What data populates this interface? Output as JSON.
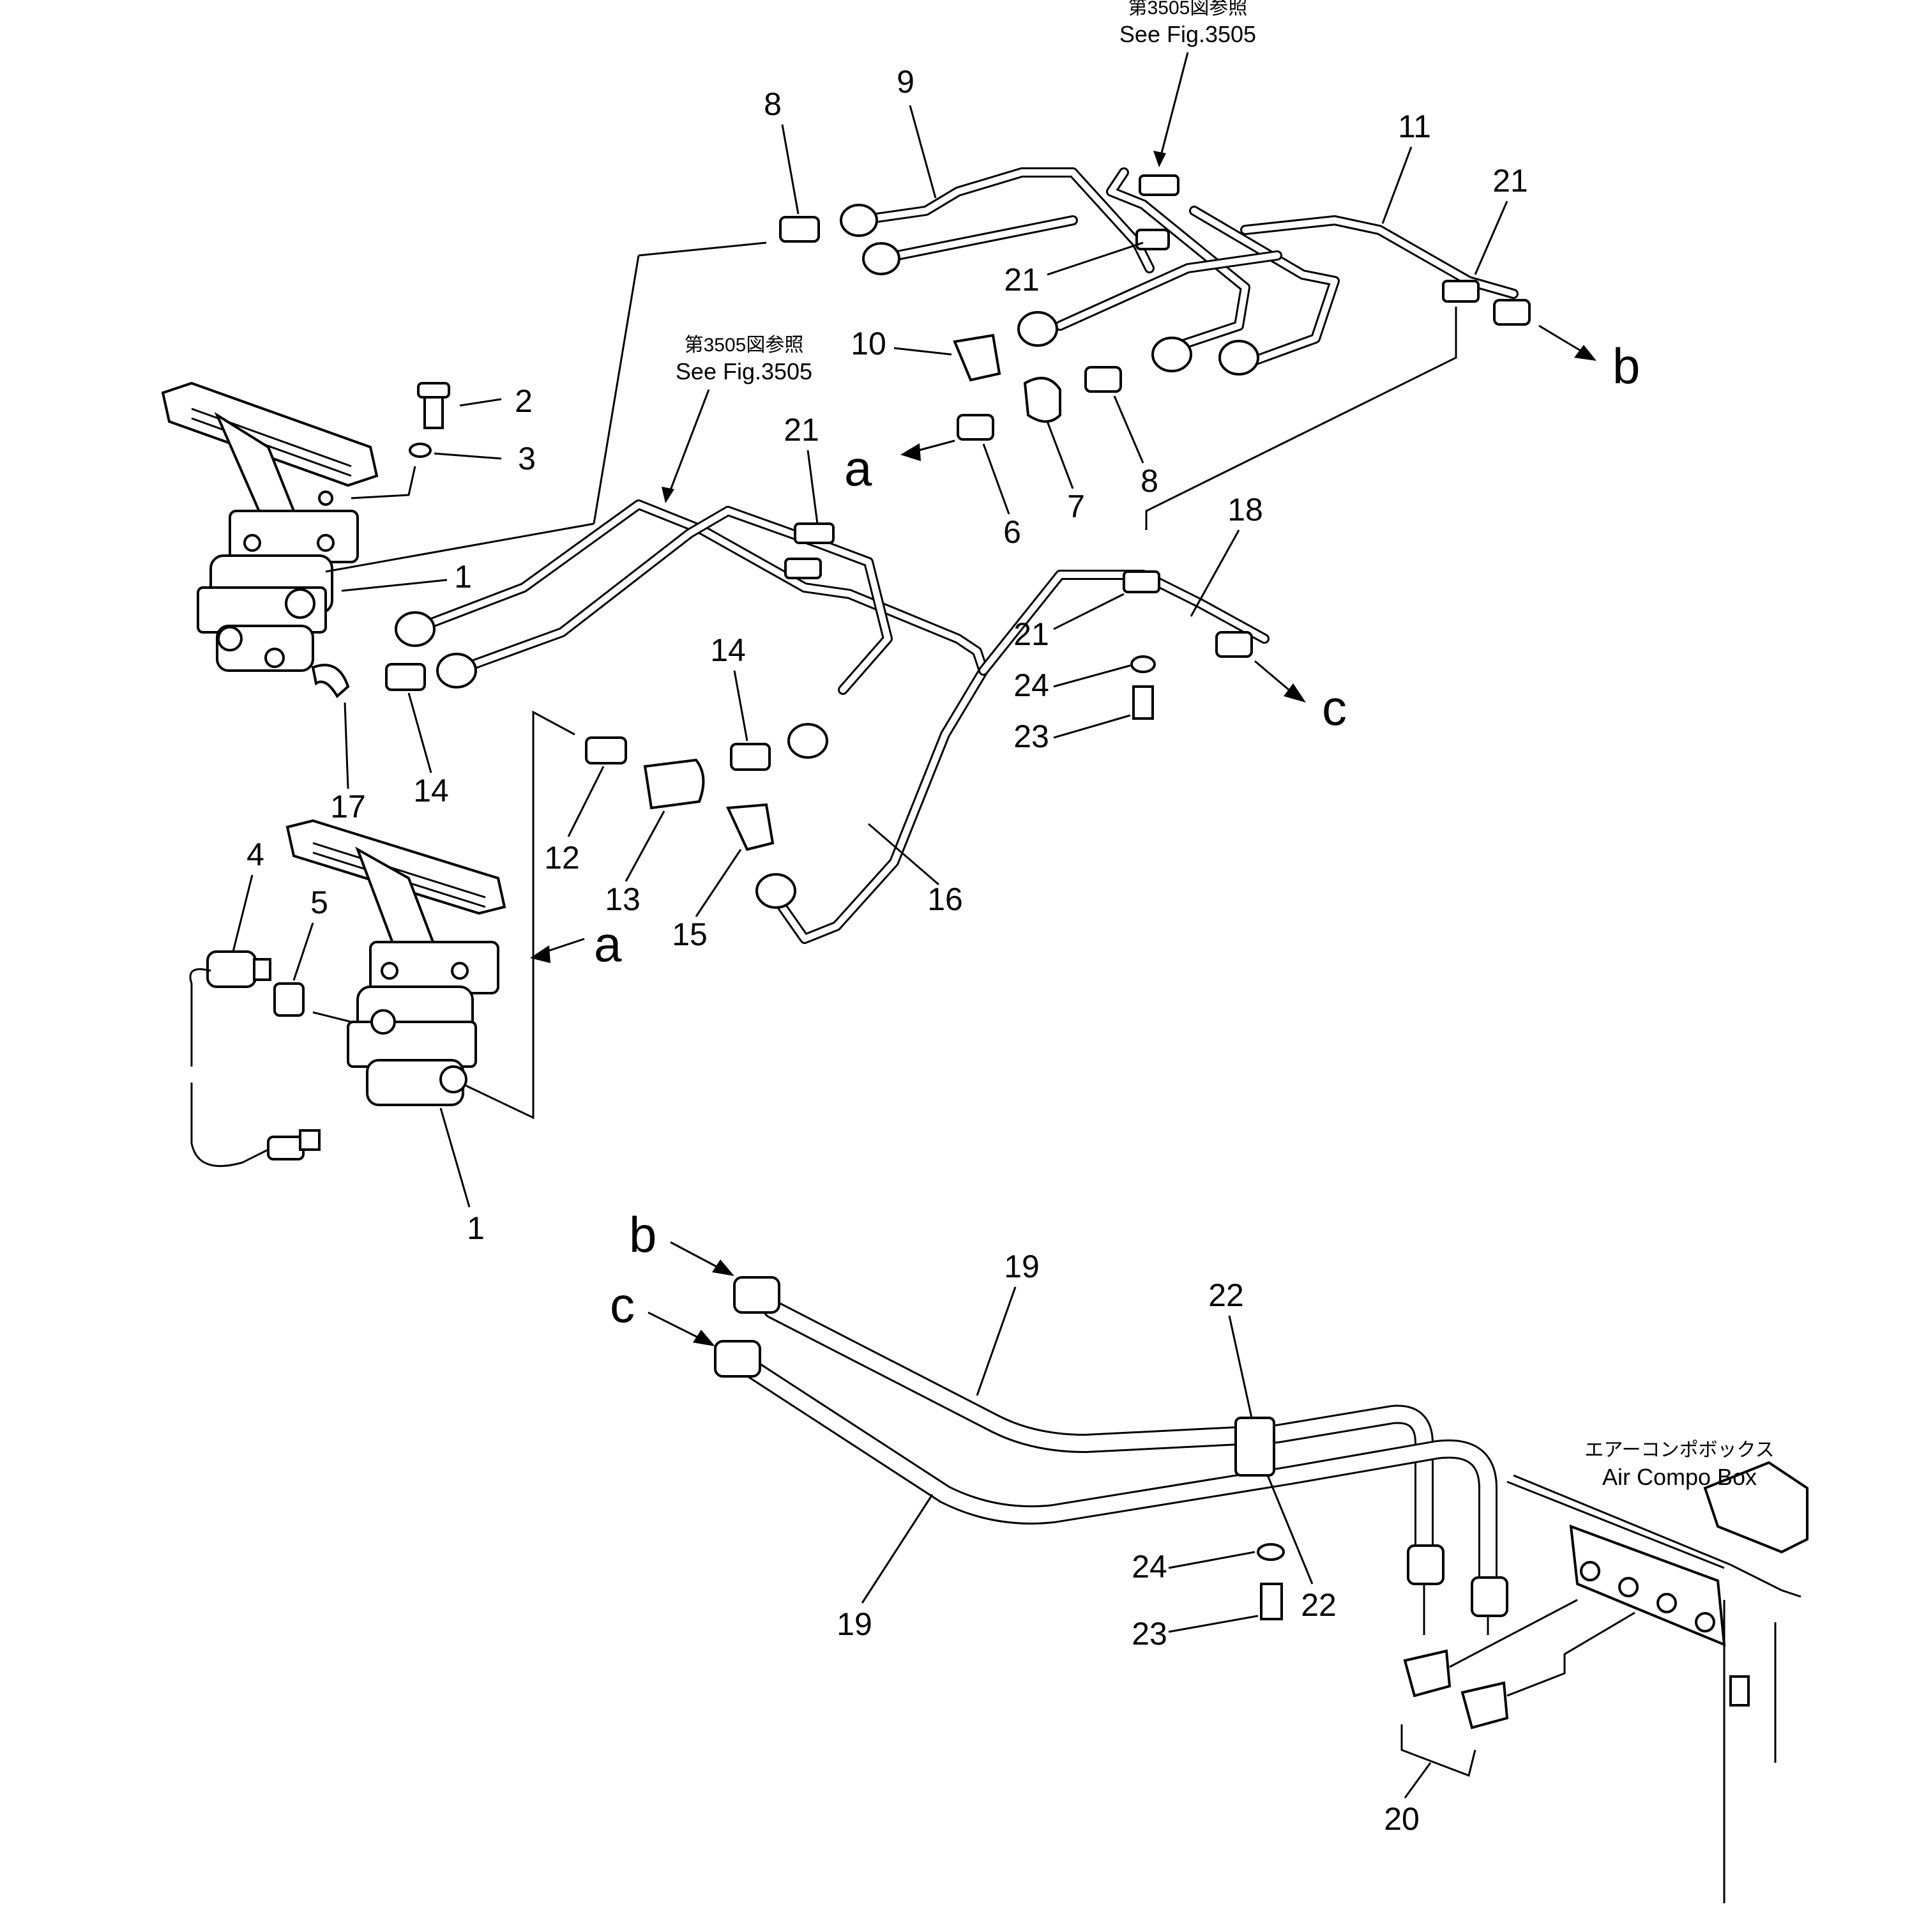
{
  "references": {
    "jp_top": "第3505図参照",
    "en_top": "See Fig.3505",
    "jp_mid": "第3505図参照",
    "en_mid": "See Fig.3505"
  },
  "box": {
    "jp": "エアーコンポボックス",
    "en": "Air Compo Box"
  },
  "letters": {
    "a": "a",
    "b": "b",
    "c": "c"
  },
  "callouts": {
    "n1": "1",
    "n2": "2",
    "n3": "3",
    "n4": "4",
    "n5": "5",
    "n6": "6",
    "n7": "7",
    "n8": "8",
    "n9": "9",
    "n10": "10",
    "n11": "11",
    "n12": "12",
    "n13": "13",
    "n14": "14",
    "n15": "15",
    "n16": "16",
    "n17": "17",
    "n18": "18",
    "n19": "19",
    "n20": "20",
    "n21": "21",
    "n22": "22",
    "n23": "23",
    "n24": "24"
  }
}
